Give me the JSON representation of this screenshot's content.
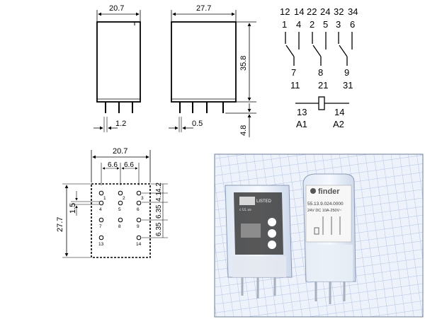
{
  "dims": {
    "front_width": "20.7",
    "side_width": "27.7",
    "height": "35.8",
    "pin_pitch_front": "1.2",
    "pin_width_side": "0.5",
    "pin_length": "4.8",
    "bottom_width": "20.7",
    "bottom_pitch_a": "6.6",
    "bottom_pitch_b": "6.6",
    "bottom_length": "27.7",
    "bottom_small": "1.5",
    "bottom_r1": "4.2",
    "bottom_r2": "4.1",
    "bottom_r3": "6.35",
    "bottom_r4": "6.35"
  },
  "schematic": {
    "top_row": [
      "12",
      "14",
      "22",
      "24",
      "32",
      "34"
    ],
    "second_row": [
      "1",
      "4",
      "2",
      "5",
      "3",
      "6"
    ],
    "contact_labels": [
      "7",
      "8",
      "9"
    ],
    "bottom_row": [
      "11",
      "21",
      "31"
    ],
    "coil_pins": [
      "13",
      "14"
    ],
    "coil_names": [
      "A1",
      "A2"
    ]
  },
  "bottom_view_pads": [
    "1",
    "2",
    "3",
    "4",
    "5",
    "6",
    "7",
    "8",
    "9",
    "13",
    "14"
  ],
  "photo": {
    "brand_text": "finder",
    "model_text": "55.13.9.024.0000",
    "spec_text": "24V DC 10A-250V~",
    "left_label": "LISTED",
    "left_small": "c UL us"
  }
}
